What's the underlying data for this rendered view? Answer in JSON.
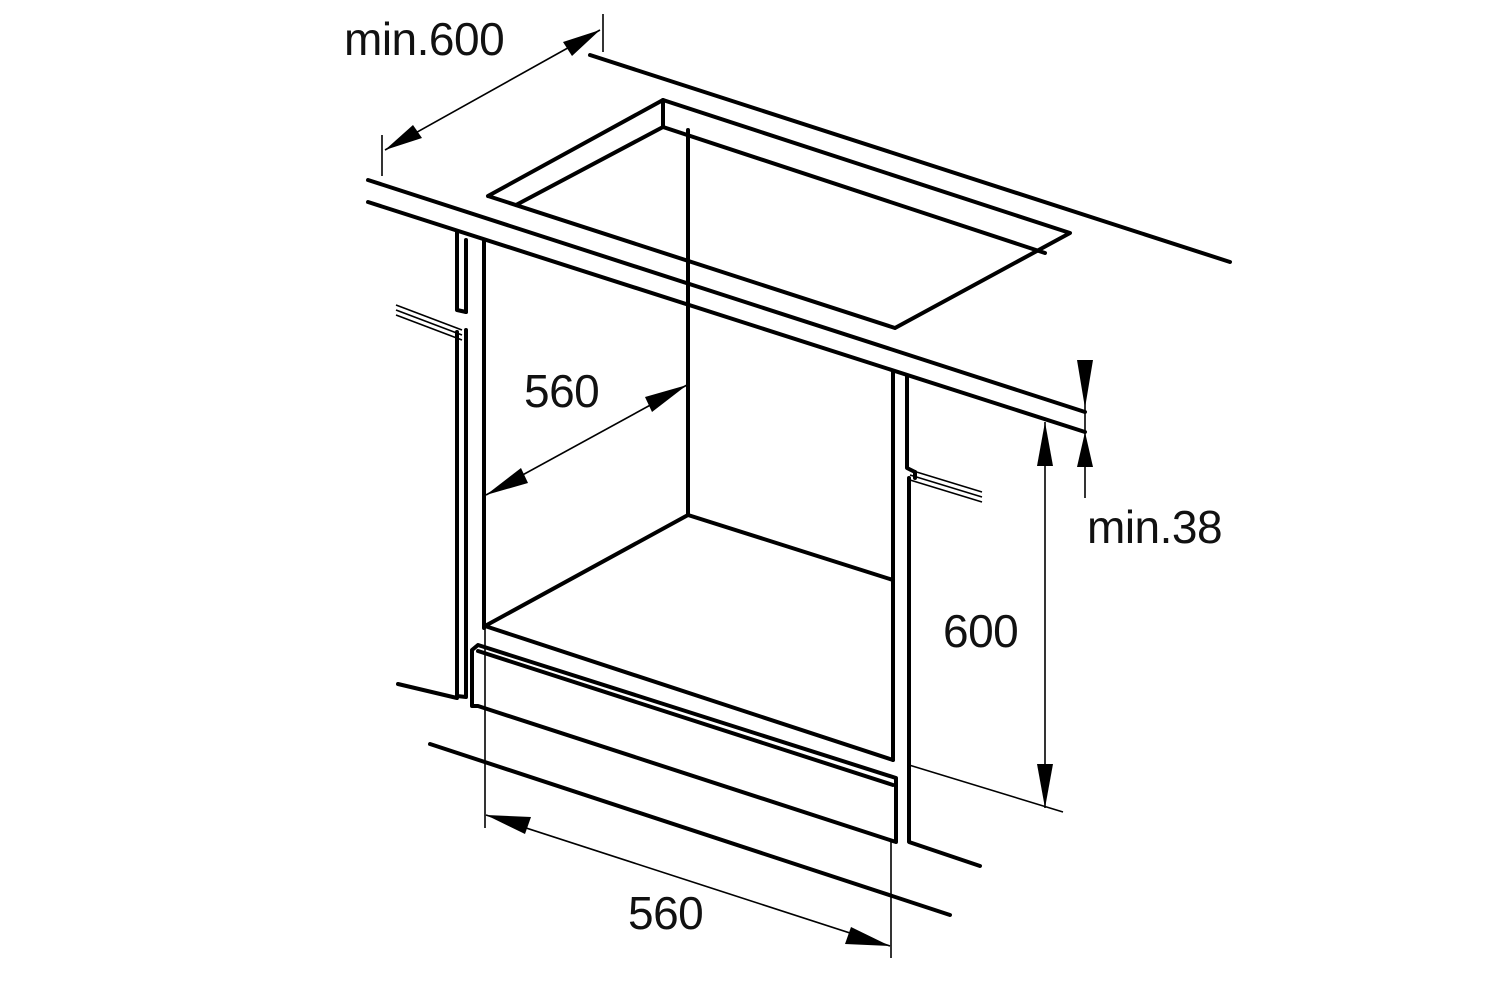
{
  "diagram": {
    "type": "built-in oven installation dimension drawing",
    "units": "mm",
    "line_color": "#000000",
    "background": "#ffffff",
    "dimensions": {
      "counter_depth": {
        "label": "min.600",
        "description": "minimum worktop depth"
      },
      "cavity_depth": {
        "label": "560",
        "description": "niche depth"
      },
      "worktop_thickness": {
        "label": "min.38",
        "description": "minimum worktop thickness"
      },
      "cavity_height": {
        "label": "600",
        "description": "niche height"
      },
      "cavity_width": {
        "label": "560",
        "description": "niche width"
      }
    }
  }
}
